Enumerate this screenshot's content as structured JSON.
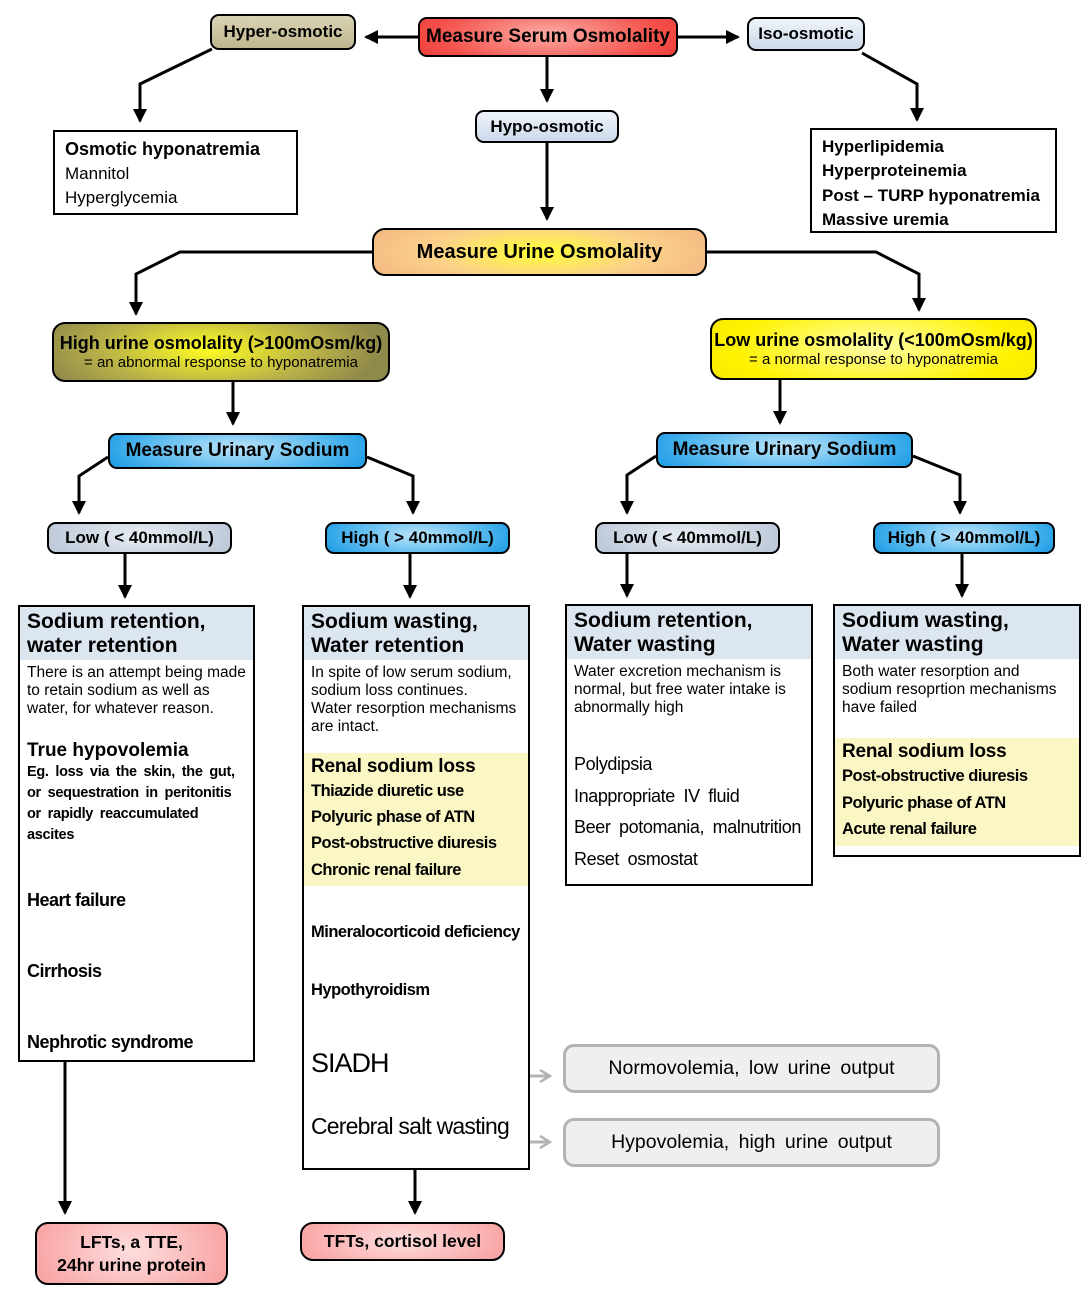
{
  "colors": {
    "serum_red": "#f4524c",
    "urine_orange": "#f5bd83",
    "olive": "#8f894a",
    "bright_yellow": "#fff200",
    "sodium_blue": "#189ae4",
    "header_lightblue": "#dce6f1",
    "highlight_yellow": "#fbf7c4",
    "pink": "#f9a6a6",
    "link_gray": "#b3b3b3"
  },
  "top": {
    "serum": "Measure Serum Osmolality",
    "hyper": "Hyper-osmotic",
    "iso": "Iso-osmotic",
    "hypo": "Hypo-osmotic",
    "osmotic": {
      "title": "Osmotic hyponatremia",
      "items": [
        "Mannitol",
        "Hyperglycemia"
      ]
    },
    "pseudo": {
      "items": [
        "Hyperlipidemia",
        "Hyperproteinemia",
        "Post – TURP hyponatremia",
        "Massive uremia"
      ]
    },
    "urine": "Measure Urine Osmolality"
  },
  "mid": {
    "high_urine": {
      "title": "High urine osmolality (>100mOsm/kg)",
      "subtitle": "= an abnormal response to hyponatremia"
    },
    "low_urine": {
      "title": "Low urine osmolality (<100mOsm/kg)",
      "subtitle": "= a normal response to hyponatremia"
    },
    "mus": "Measure Urinary Sodium",
    "low": "Low ( < 40mmol/L)",
    "high": "High ( > 40mmol/L)"
  },
  "outcomes": {
    "b1": {
      "title1": "Sodium retention,",
      "title2": "water retention",
      "para": "There is an attempt being made to retain sodium as well as water, for whatever reason.",
      "subhead": "True hypovolemia",
      "subtext": "Eg. loss via the skin, the gut, or sequestration in peritonitis or rapidly reaccumulated ascites",
      "items": [
        "Heart failure",
        "Cirrhosis",
        "Nephrotic syndrome"
      ]
    },
    "b2": {
      "title1": "Sodium wasting,",
      "title2": "Water retention",
      "para1": "In spite of low serum sodium, sodium loss continues.",
      "para2": "Water resorption mechanisms are intact.",
      "yellow_head": "Renal sodium loss",
      "yellow_items": [
        "Thiazide diuretic use",
        "Polyuric phase of ATN",
        "Post-obstructive diuresis",
        "Chronic renal failure"
      ],
      "item_mineralo": "Mineralocorticoid deficiency",
      "item_hypothyroid": "Hypothyroidism",
      "item_siadh": "SIADH",
      "item_csw": "Cerebral salt wasting"
    },
    "b3": {
      "title1": "Sodium retention,",
      "title2": "Water wasting",
      "para": "Water excretion mechanism is normal, but free water intake is abnormally high",
      "items": [
        "Polydipsia",
        "Inappropriate IV fluid",
        "Beer potomania, malnutrition",
        "Reset osmostat"
      ]
    },
    "b4": {
      "title1": "Sodium wasting,",
      "title2": "Water wasting",
      "para": "Both water resorption and sodium resoprtion mechanisms have failed",
      "yellow_head": "Renal sodium loss",
      "yellow_items": [
        "Post-obstructive diuresis",
        "Polyuric phase of ATN",
        "Acute renal failure"
      ]
    }
  },
  "links": {
    "normo": "Normovolemia, low urine output",
    "hypo": "Hypovolemia, high urine output"
  },
  "tests": {
    "lfts1": "LFTs, a TTE,",
    "lfts2": "24hr urine protein",
    "tfts": "TFTs, cortisol level"
  }
}
